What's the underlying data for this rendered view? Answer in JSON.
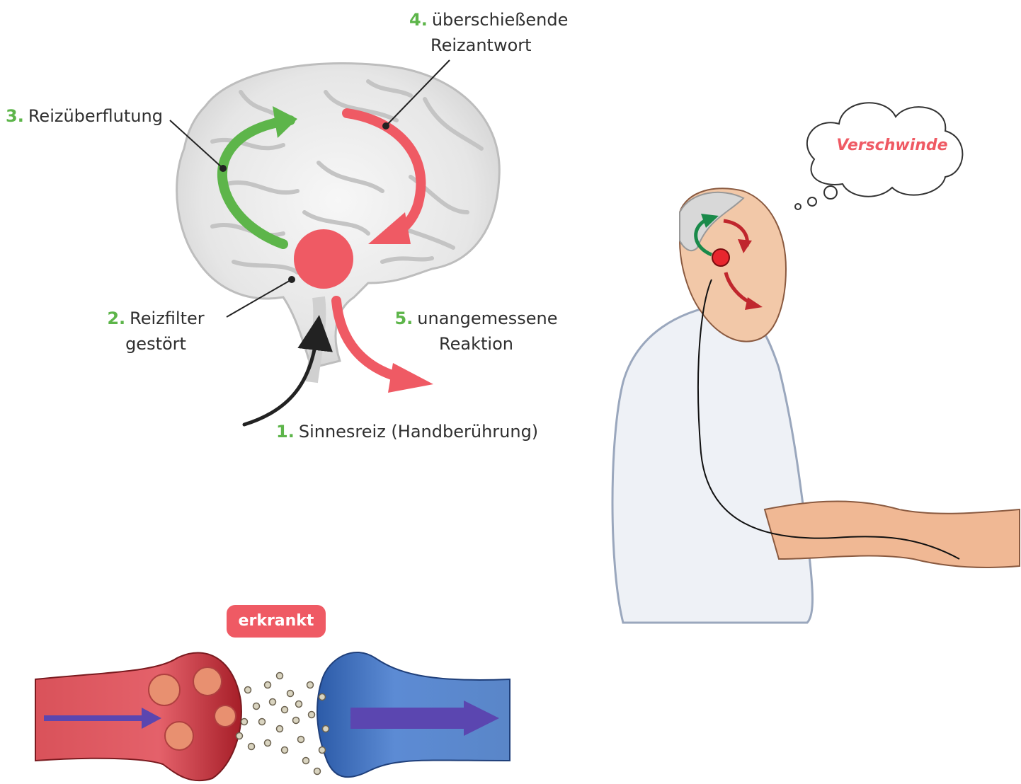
{
  "diagram": {
    "step1": {
      "num": "1.",
      "text": "Sinnesreiz (Handberührung)"
    },
    "step2": {
      "num": "2.",
      "line1": "Reizfilter",
      "line2": "gestört"
    },
    "step3": {
      "num": "3.",
      "text": "Reizüberflutung"
    },
    "step4": {
      "num": "4.",
      "line1": "überschießende",
      "line2": "Reizantwort"
    },
    "step5": {
      "num": "5.",
      "line1": "unangemessene",
      "line2": "Reaktion"
    }
  },
  "thought_bubble": "Verschwinde",
  "synapse": {
    "badge": "erkrankt"
  },
  "colors": {
    "green": "#5db54a",
    "red": "#ef5a64",
    "dark_red": "#c0272d",
    "dark_green": "#1a8a4a",
    "neuron_red": "#c8323a",
    "neuron_blue": "#4d7dc9",
    "purple_arrow": "#5b46b0"
  }
}
